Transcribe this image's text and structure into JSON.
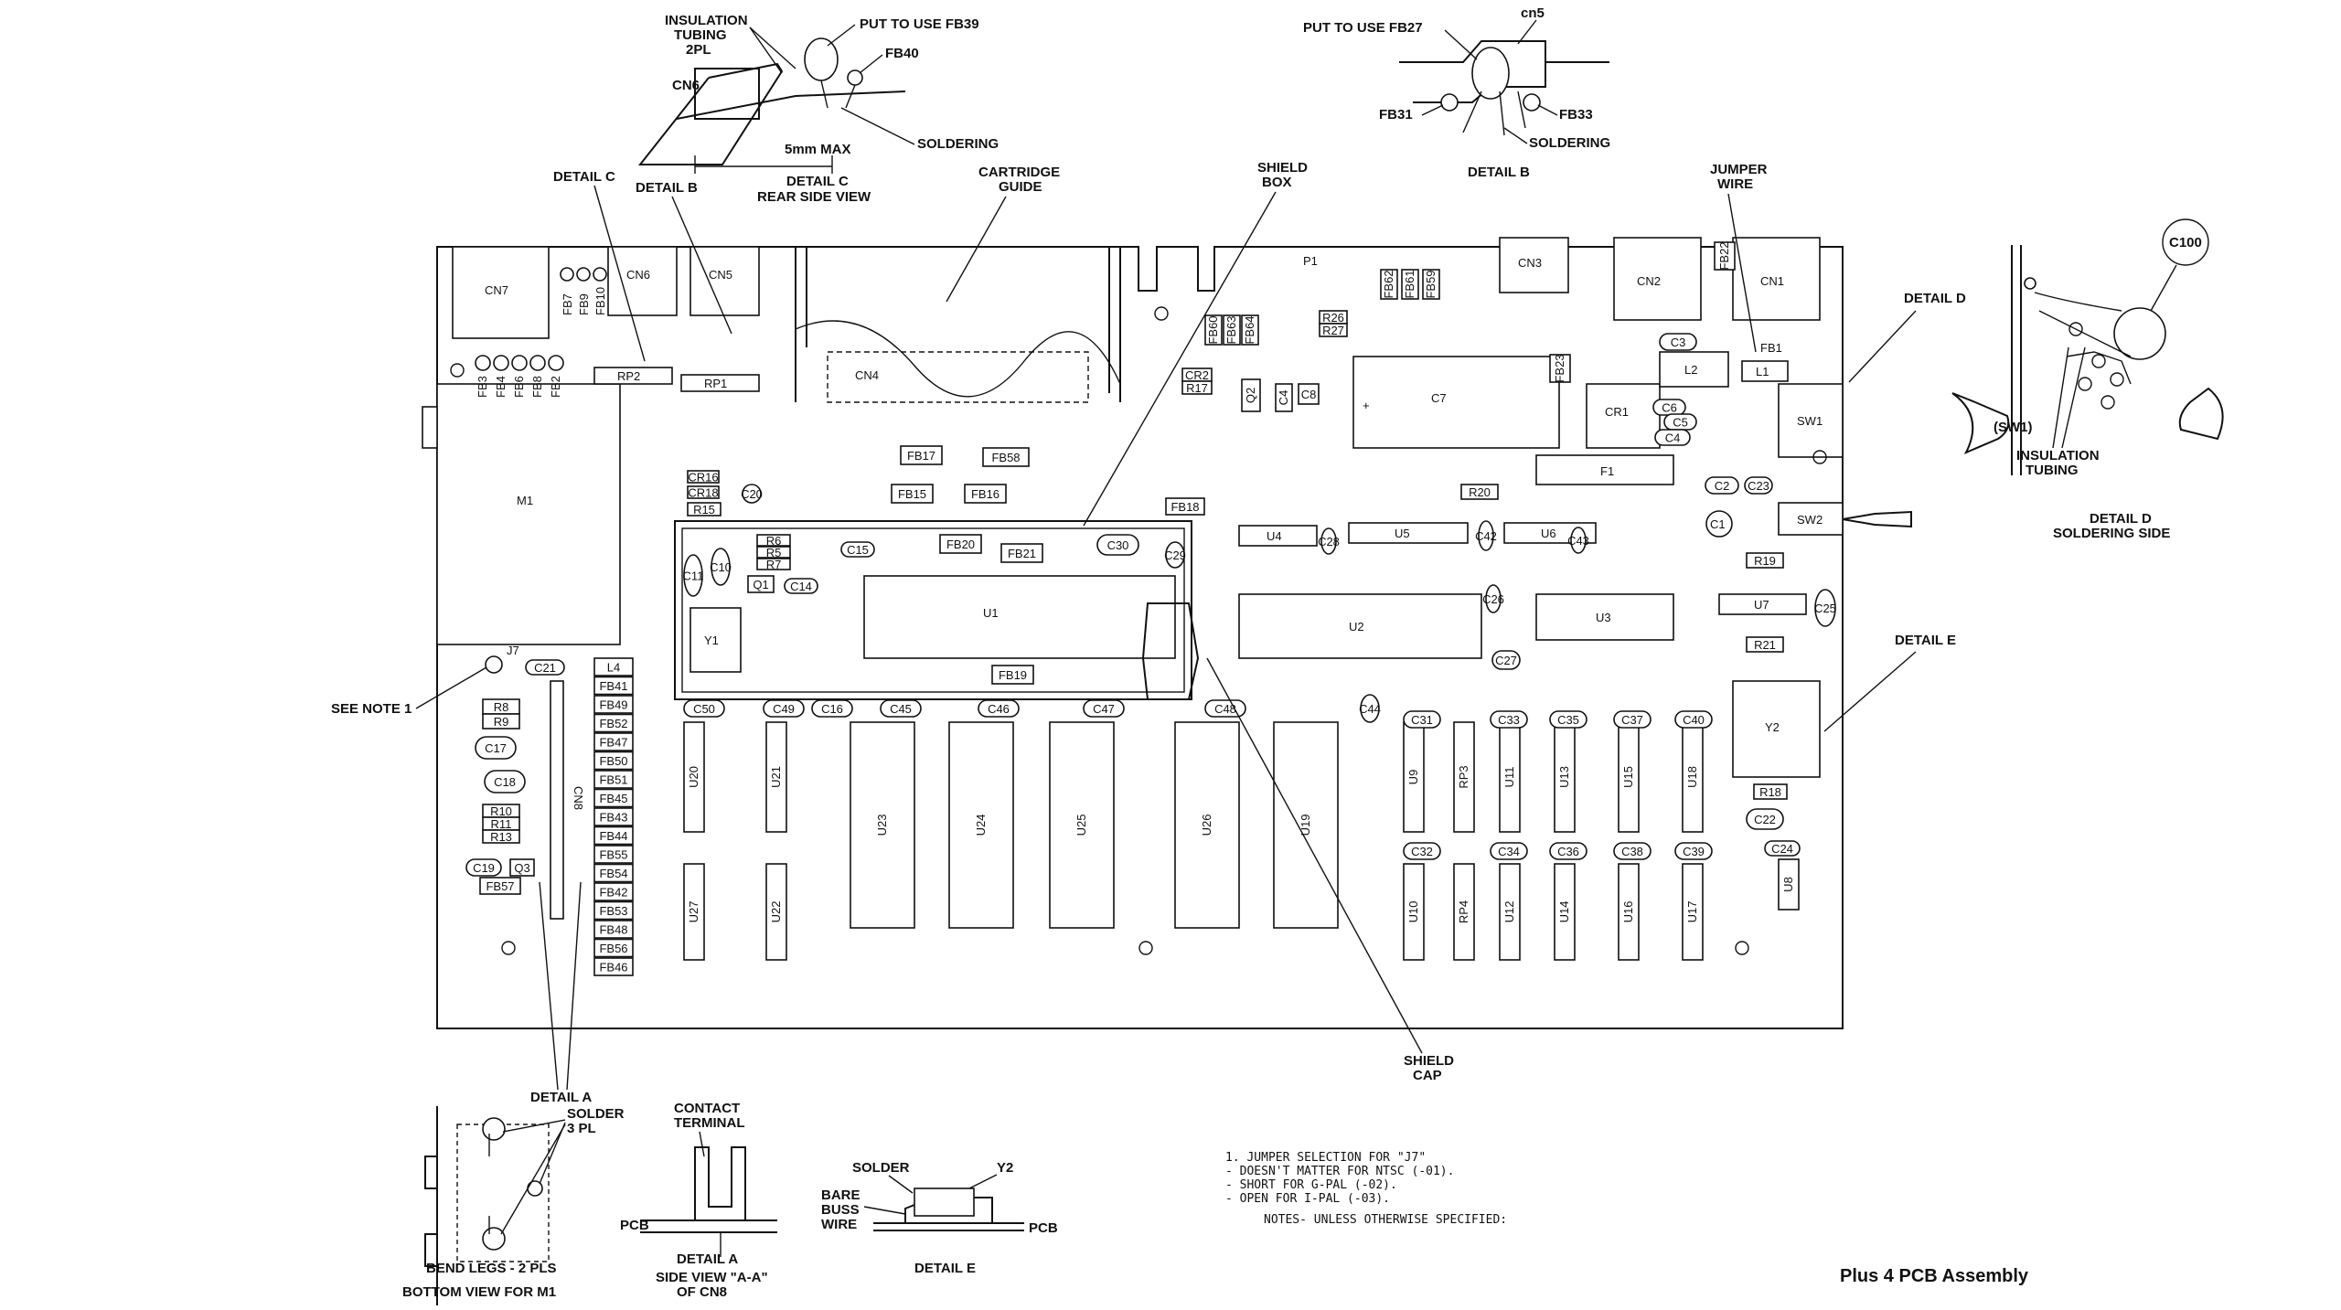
{
  "title": "Plus 4 PCB Assembly",
  "callouts": {
    "detail_c_top": [
      "INSULATION",
      "TUBING",
      "2PL"
    ],
    "put_fb39": "PUT TO USE FB39",
    "fb40": "FB40",
    "cn6_side": "CN6",
    "soldering_c": "SOLDERING",
    "five_mm": "5mm MAX",
    "detail_c_caption": "DETAIL C",
    "rear_side_view": "REAR SIDE VIEW",
    "put_fb27": "PUT TO USE FB27",
    "cn5_top": "cn5",
    "fb31": "FB31",
    "fb33": "FB33",
    "soldering_b": "SOLDERING",
    "detail_b_caption": "DETAIL B",
    "detail_c_ref": "DETAIL C",
    "detail_b_ref": "DETAIL B",
    "cartridge_guide": [
      "CARTRIDGE",
      "GUIDE"
    ],
    "shield_box": [
      "SHIELD",
      "BOX"
    ],
    "jumper_wire": [
      "JUMPER",
      "WIRE"
    ],
    "detail_d_ref": "DETAIL D",
    "c100": "C100",
    "sw1_note": "(SW1)",
    "insulation_tubing_d": [
      "INSULATION",
      "TUBING"
    ],
    "detail_d_caption": [
      "DETAIL D",
      "SOLDERING SIDE"
    ],
    "detail_e_ref": "DETAIL E",
    "see_note_1": "SEE NOTE 1",
    "shield_cap": [
      "SHIELD",
      "CAP"
    ],
    "detail_a_ref": "DETAIL A",
    "solder_3pl": [
      "SOLDER",
      "3 PL"
    ],
    "bend_legs": "BEND LEGS - 2 PLS",
    "bottom_view_m1": "BOTTOM VIEW FOR M1",
    "contact_terminal": [
      "CONTACT",
      "TERMINAL"
    ],
    "pcb_a": "PCB",
    "detail_a_caption": "DETAIL A",
    "side_view": [
      "SIDE VIEW \"A-A\"",
      "OF CN8"
    ],
    "solder_e": "SOLDER",
    "y2_e": "Y2",
    "bare_buss": [
      "BARE",
      "BUSS",
      "WIRE"
    ],
    "pcb_e": "PCB",
    "detail_e_caption": "DETAIL E"
  },
  "notes": [
    "1.  JUMPER SELECTION FOR \"J7\"",
    "  - DOESN'T MATTER FOR NTSC (-01).",
    "  - SHORT FOR G-PAL (-02).",
    "  - OPEN FOR I-PAL (-03).",
    "NOTES- UNLESS OTHERWISE SPECIFIED:"
  ],
  "board": {
    "connectors": {
      "cn7": "CN7",
      "cn6": "CN6",
      "cn5": "CN5",
      "cn4": "CN4",
      "cn3": "CN3",
      "cn2": "CN2",
      "cn1": "CN1",
      "cn8": "CN8",
      "p1": "P1"
    },
    "big_parts": {
      "m1": "M1",
      "c7": "C7",
      "cr1": "CR1",
      "f1": "F1",
      "sw1": "SW1",
      "sw2": "SW2",
      "l2": "L2",
      "l1": "L1",
      "y1": "Y1",
      "y2": "Y2",
      "u1": "U1",
      "u2": "U2",
      "u3": "U3",
      "u4": "U4",
      "u5": "U5",
      "u6": "U6",
      "u7": "U7",
      "j7": "J7",
      "rp1": "RP1",
      "rp2": "RP2",
      "fb1": "FB1",
      "c1": "C1"
    },
    "tall_chips": [
      "U23",
      "U24",
      "U25",
      "U26",
      "U19"
    ],
    "narrow_chips_top": [
      "U20",
      "U21",
      "U9",
      "RP3",
      "U11",
      "U13",
      "U15",
      "U18"
    ],
    "narrow_chips_bottom": [
      "U27",
      "U22",
      "U10",
      "RP4",
      "U12",
      "U14",
      "U16",
      "U17",
      "U8"
    ],
    "caps_row1": [
      "C50",
      "C49",
      "C16",
      "C45",
      "C46",
      "C47",
      "C48"
    ],
    "caps_row2": [
      "C31",
      "C33",
      "C35",
      "C37",
      "C40"
    ],
    "caps_row3": [
      "C32",
      "C34",
      "C36",
      "C38",
      "C39"
    ],
    "fb_column": [
      "L4",
      "FB41",
      "FB49",
      "FB52",
      "FB47",
      "FB50",
      "FB51",
      "FB45",
      "FB43",
      "FB44",
      "FB55",
      "FB54",
      "FB42",
      "FB53",
      "FB48",
      "FB56",
      "FB46"
    ],
    "left_small": [
      "R8",
      "R9",
      "C17",
      "C18",
      "R10",
      "R11",
      "R13",
      "C19",
      "Q3",
      "FB57",
      "C21"
    ],
    "mid_small": [
      "FB17",
      "FB58",
      "FB15",
      "FB16",
      "FB18",
      "FB20",
      "FB21",
      "FB19",
      "C30",
      "C29",
      "C15",
      "C14",
      "Q1",
      "C11",
      "C10",
      "R15",
      "C20",
      "CR16",
      "CR18",
      "R6",
      "R5",
      "R7"
    ],
    "top_small": [
      "FB60",
      "FB63",
      "FB64",
      "FB62",
      "FB61",
      "FB59",
      "R26",
      "R27",
      "CR2",
      "R17",
      "C4",
      "C8",
      "Q2"
    ],
    "right_small": [
      "C3",
      "C6",
      "C5",
      "C4",
      "C2",
      "C23",
      "R20",
      "R19",
      "R21",
      "R18",
      "C22",
      "C24",
      "C25",
      "C27",
      "C26",
      "C28",
      "C42",
      "C43",
      "C44",
      "FB22",
      "FB23"
    ],
    "fb_row_left": [
      "FB3",
      "FB4",
      "FB6",
      "FB8",
      "FB2"
    ],
    "fb_top_left": [
      "FB7",
      "FB9",
      "FB10"
    ]
  }
}
